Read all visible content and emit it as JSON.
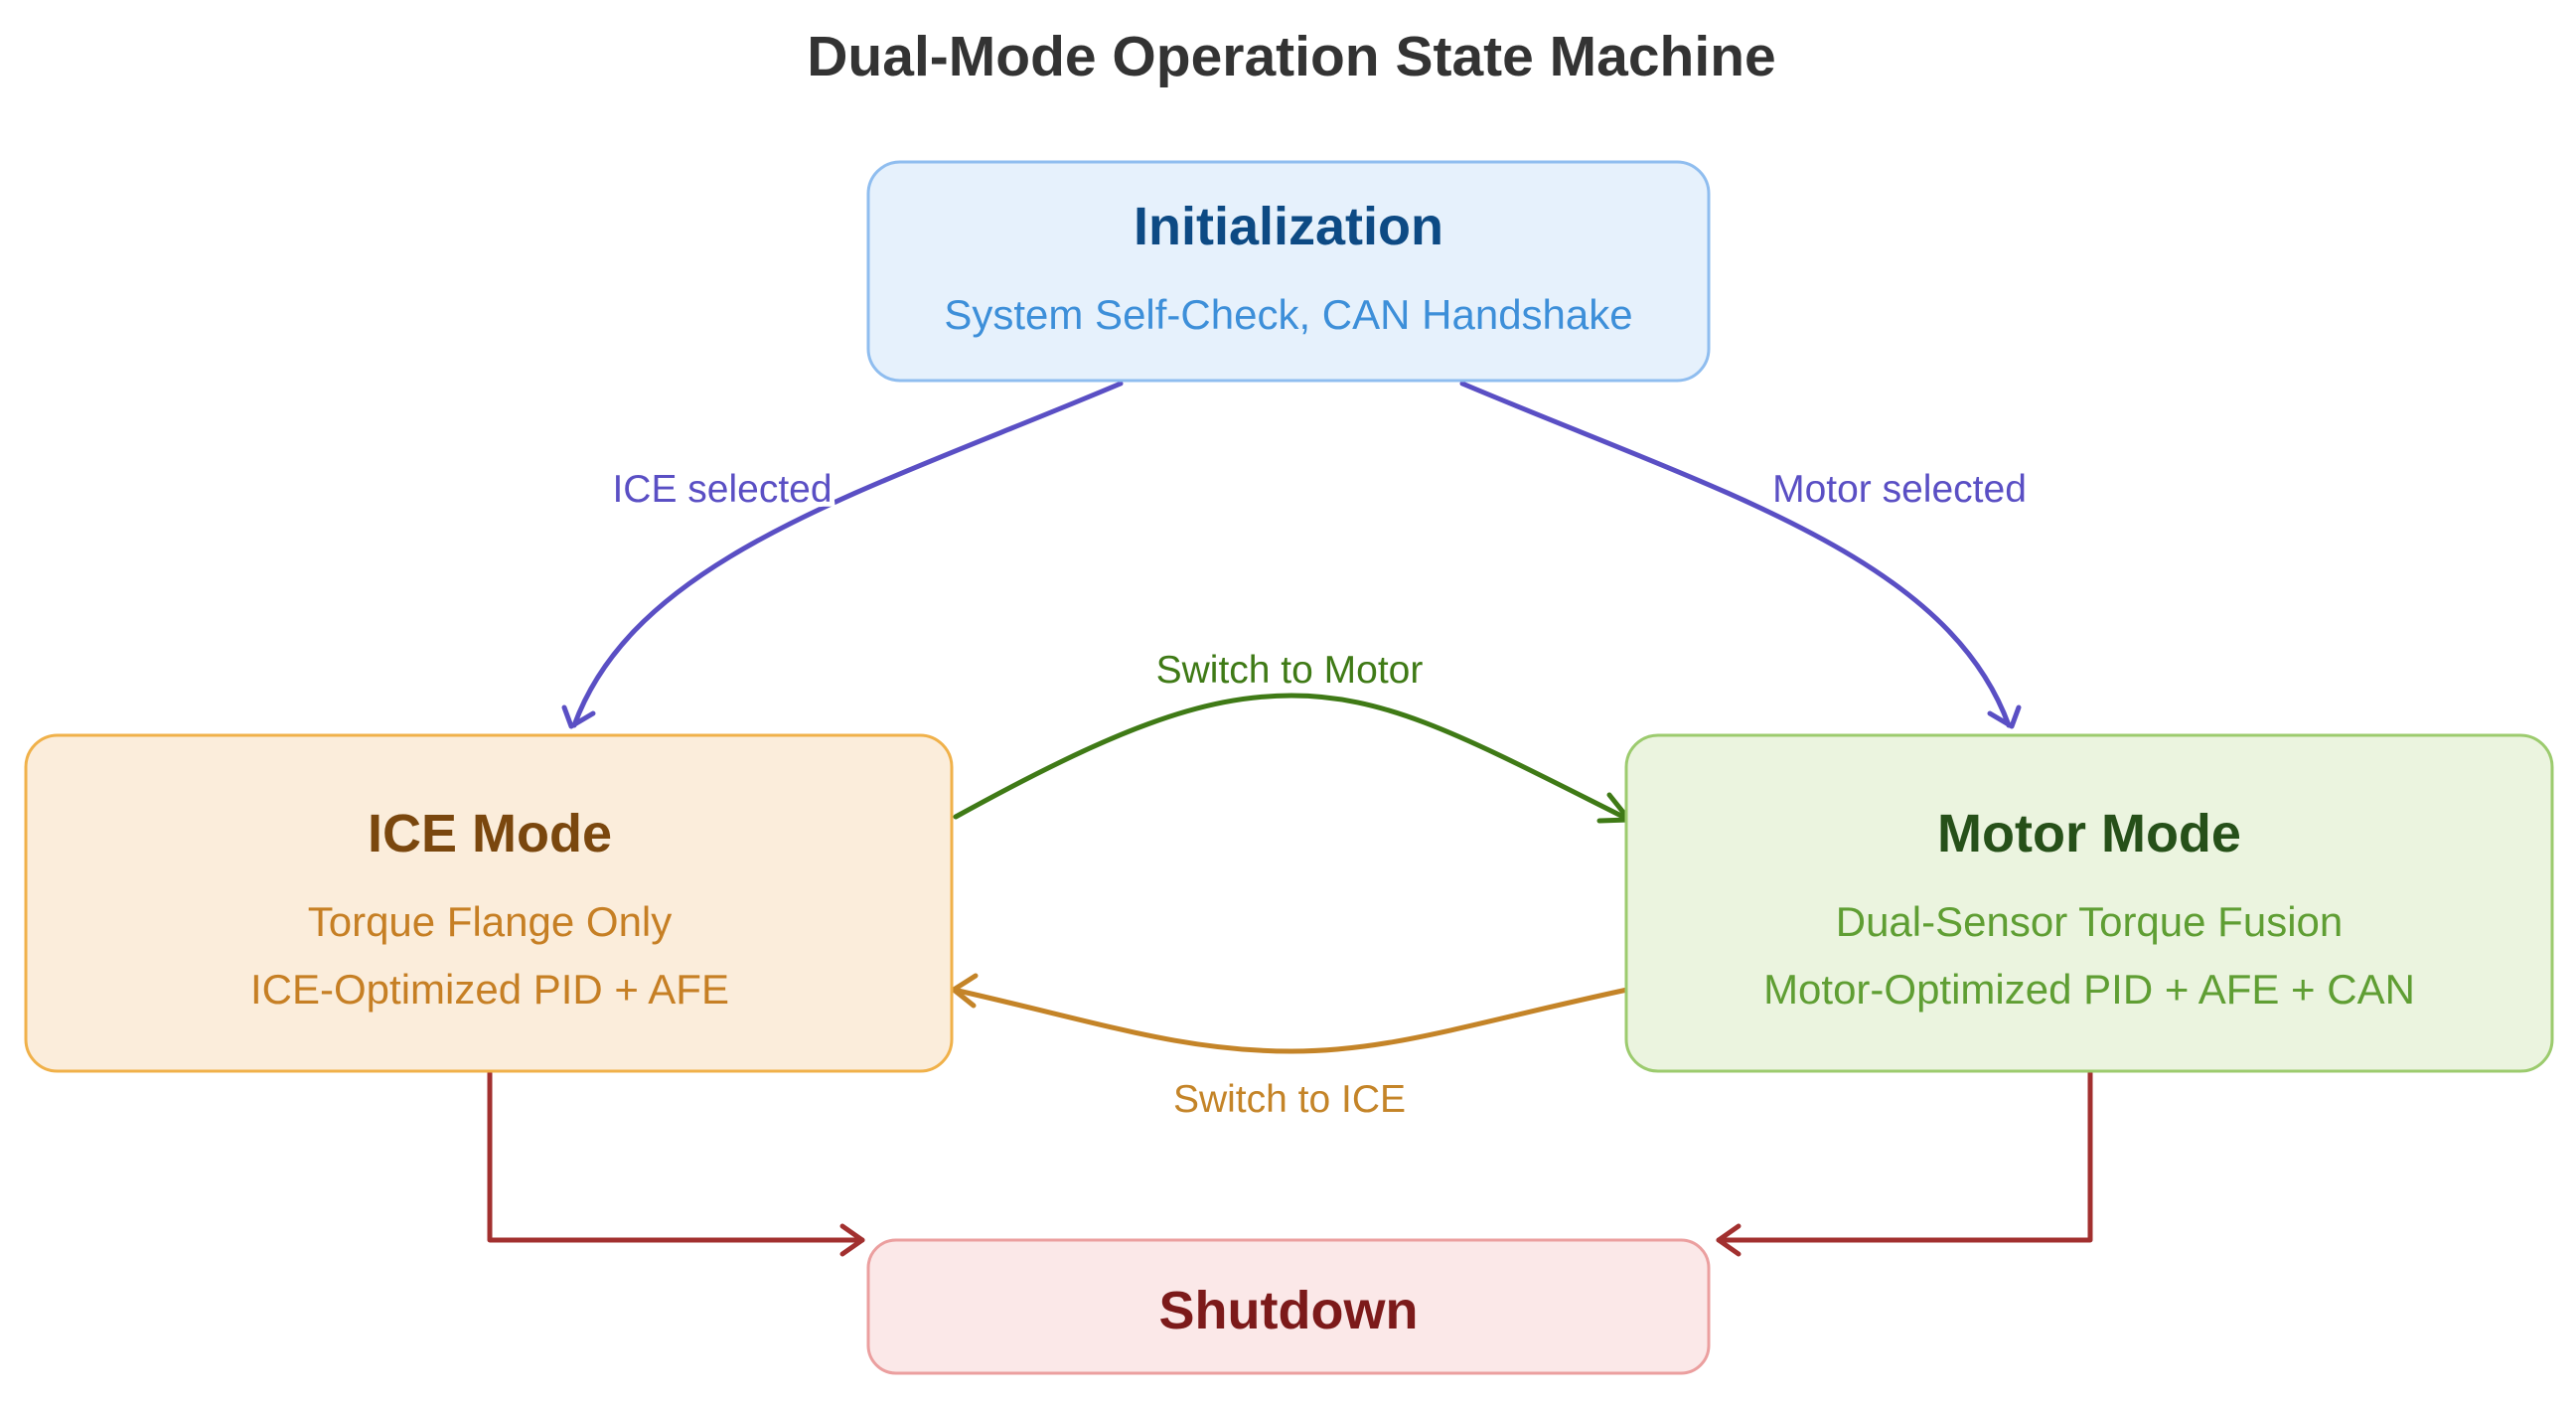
{
  "title": "Dual-Mode Operation State Machine",
  "states": {
    "init": {
      "title": "Initialization",
      "lines": [
        "System Self-Check, CAN Handshake"
      ],
      "colors": {
        "fill": "#e6f1fc",
        "stroke": "#8fbdef",
        "title": "#0d4a84",
        "text": "#3d8fd9"
      }
    },
    "ice": {
      "title": "ICE Mode",
      "lines": [
        "Torque Flange Only",
        "ICE-Optimized PID + AFE"
      ],
      "colors": {
        "fill": "#fbeddb",
        "stroke": "#f0b14a",
        "title": "#7a470e",
        "text": "#c67f24"
      }
    },
    "motor": {
      "title": "Motor Mode",
      "lines": [
        "Dual-Sensor Torque Fusion",
        "Motor-Optimized PID + AFE + CAN"
      ],
      "colors": {
        "fill": "#ebf4df",
        "stroke": "#9ccb6e",
        "title": "#265019",
        "text": "#5f9e33"
      }
    },
    "shutdown": {
      "title": "Shutdown",
      "lines": [],
      "colors": {
        "fill": "#fbe8e8",
        "stroke": "#eb9f9f",
        "title": "#7c1a1a",
        "text": "#a33"
      }
    }
  },
  "transitions": {
    "ice_selected": {
      "label": "ICE selected",
      "color": "#5a4fc4"
    },
    "motor_selected": {
      "label": "Motor selected",
      "color": "#5a4fc4"
    },
    "switch_to_motor": {
      "label": "Switch to Motor",
      "color": "#3f7a16"
    },
    "switch_to_ice": {
      "label": "Switch to ICE",
      "color": "#c48428"
    },
    "ice_to_shutdown": {
      "label": "",
      "color": "#a2302f"
    },
    "motor_to_shutdown": {
      "label": "",
      "color": "#a2302f"
    }
  }
}
